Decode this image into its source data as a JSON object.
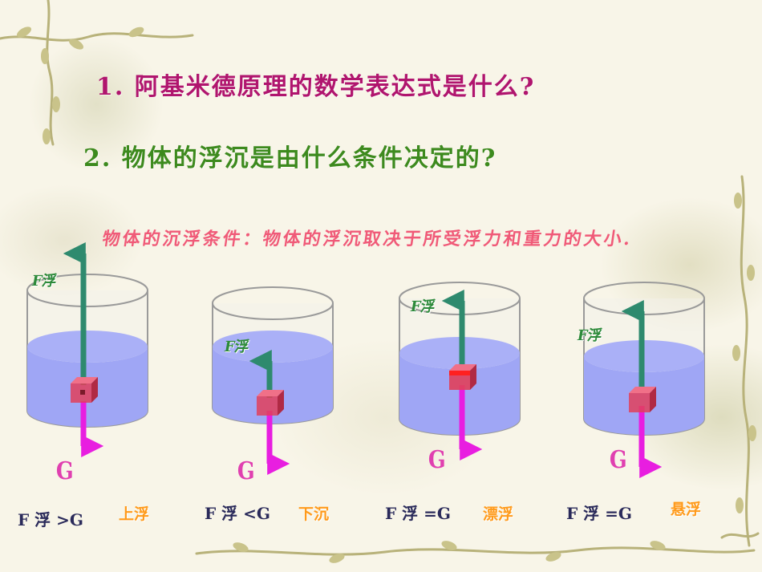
{
  "slide": {
    "question1": "1. 阿基米德原理的数学表达式是什么?",
    "question2": "2. 物体的浮沉是由什么条件决定的?",
    "condition": "物体的沉浮条件：物体的浮沉取决于所受浮力和重力的大小."
  },
  "cases": [
    {
      "force_label": "F浮",
      "gravity_label": "G",
      "relation": "F 浮 >G",
      "state": "上浮"
    },
    {
      "force_label": "F浮",
      "gravity_label": "G",
      "relation": "F 浮 <G",
      "state": "下沉"
    },
    {
      "force_label": "F浮",
      "gravity_label": "G",
      "relation": "F 浮 =G",
      "state": "漂浮"
    },
    {
      "force_label": "F浮",
      "gravity_label": "G",
      "relation": "F 浮 =G",
      "state": "悬浮"
    }
  ],
  "colors": {
    "water": "#9fa6f5",
    "buoyancy_arrow": "#2e8a6e",
    "gravity_arrow": "#e81ee0",
    "cube": "#e0405a"
  }
}
